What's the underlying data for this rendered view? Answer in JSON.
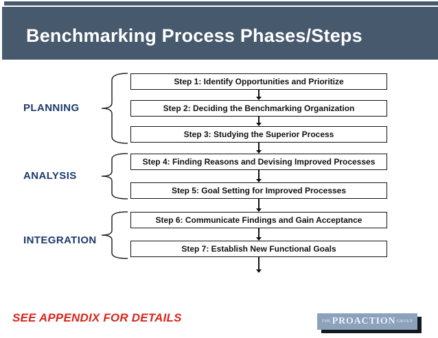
{
  "slide": {
    "title": "Benchmarking Process Phases/Steps",
    "footer_note": "SEE APPENDIX FOR DETAILS"
  },
  "phases": [
    {
      "label": "PLANNING",
      "steps_covered": [
        1,
        2,
        3
      ]
    },
    {
      "label": "ANALYSIS",
      "steps_covered": [
        4,
        5
      ]
    },
    {
      "label": "INTEGRATION",
      "steps_covered": [
        6,
        7
      ]
    }
  ],
  "steps": [
    {
      "label": "Step 1: Identify Opportunities and Prioritize"
    },
    {
      "label": "Step 2: Deciding the Benchmarking Organization"
    },
    {
      "label": "Step 3: Studying the Superior Process"
    },
    {
      "label": "Step 4: Finding Reasons and Devising Improved Processes"
    },
    {
      "label": "Step 5: Goal Setting for Improved Processes"
    },
    {
      "label": "Step 6: Communicate Findings and Gain Acceptance"
    },
    {
      "label": "Step 7: Establish New Functional Goals"
    }
  ],
  "logo": {
    "prefix": "THE",
    "name": "PROACTION",
    "suffix": "GROUP"
  },
  "colors": {
    "header_bg": "#46596d",
    "phase_label_text": "#1b3a6b",
    "footer_note_text": "#d8261c",
    "box_border": "#111111",
    "logo_bg": "#8ca1bc",
    "logo_shadow": "#14181f"
  }
}
